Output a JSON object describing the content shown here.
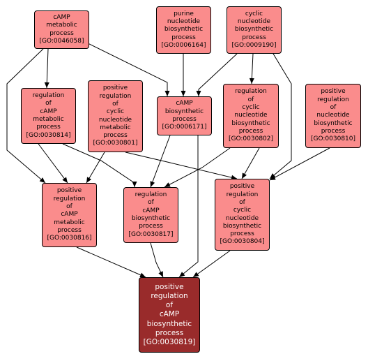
{
  "nodes": {
    "n1": {
      "label": "cAMP\nmetabolic\nprocess",
      "id": "[GO:0046058]"
    },
    "n2": {
      "label": "purine\nnucleotide\nbiosynthetic\nprocess",
      "id": "[GO:0006164]"
    },
    "n3": {
      "label": "cyclic\nnucleotide\nbiosynthetic\nprocess",
      "id": "[GO:0009190]"
    },
    "n4": {
      "label": "regulation\nof\ncAMP\nmetabolic\nprocess",
      "id": "[GO:0030814]"
    },
    "n5": {
      "label": "positive\nregulation\nof\ncyclic\nnucleotide\nmetabolic\nprocess",
      "id": "[GO:0030801]"
    },
    "n6": {
      "label": "cAMP\nbiosynthetic\nprocess",
      "id": "[GO:0006171]"
    },
    "n7": {
      "label": "regulation\nof\ncyclic\nnucleotide\nbiosynthetic\nprocess",
      "id": "[GO:0030802]"
    },
    "n8": {
      "label": "positive\nregulation\nof\nnucleotide\nbiosynthetic\nprocess",
      "id": "[GO:0030810]"
    },
    "n9": {
      "label": "positive\nregulation\nof\ncAMP\nmetabolic\nprocess",
      "id": "[GO:0030816]"
    },
    "n10": {
      "label": "regulation\nof\ncAMP\nbiosynthetic\nprocess",
      "id": "[GO:0030817]"
    },
    "n11": {
      "label": "positive\nregulation\nof\ncyclic\nnucleotide\nbiosynthetic\nprocess",
      "id": "[GO:0030804]"
    },
    "n12": {
      "label": "positive\nregulation\nof\ncAMP\nbiosynthetic\nprocess",
      "id": "[GO:0030819]"
    }
  },
  "colors": {
    "node_fill": "#fa8c8c",
    "focus_fill": "#992b2b",
    "focus_text": "#ffffff",
    "edge": "#000000"
  }
}
